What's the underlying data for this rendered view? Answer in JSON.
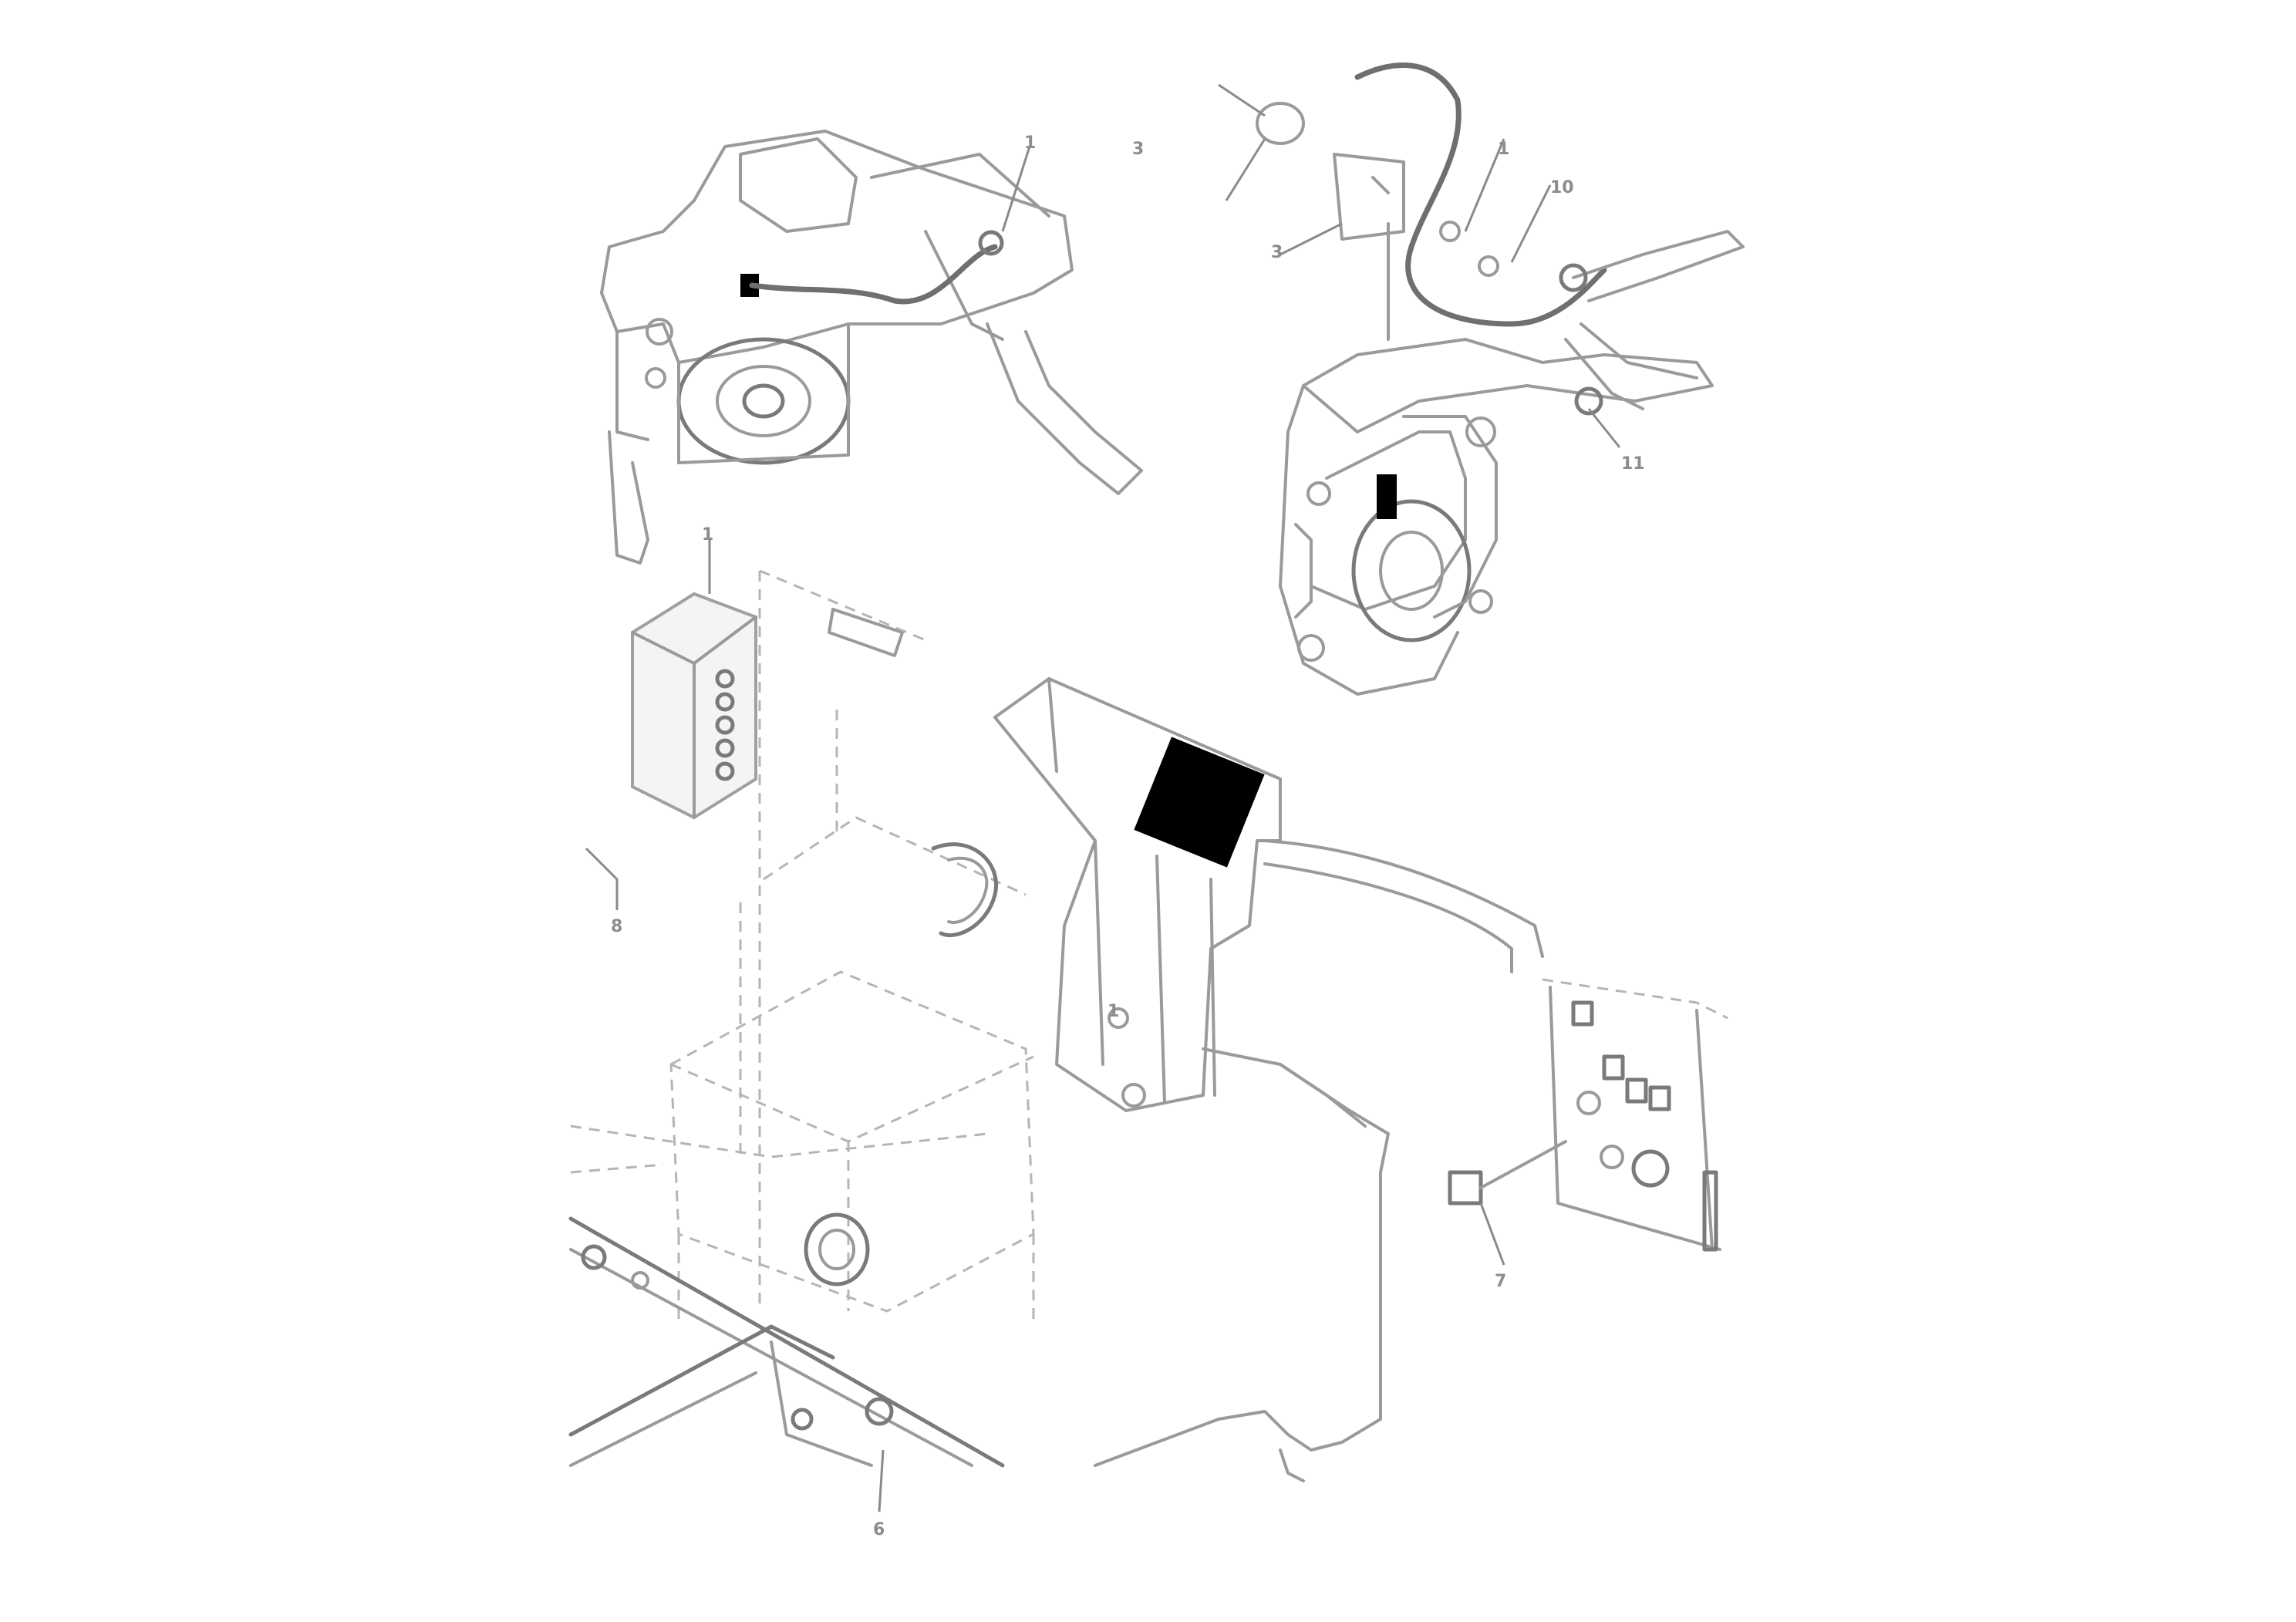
{
  "diagram": {
    "callouts": [
      {
        "id": "c1",
        "label": "3"
      },
      {
        "id": "c2",
        "label": "1"
      },
      {
        "id": "c3",
        "label": "1"
      },
      {
        "id": "c4",
        "label": "10"
      },
      {
        "id": "c5",
        "label": "3"
      },
      {
        "id": "c6",
        "label": "11"
      },
      {
        "id": "c7",
        "label": "7"
      },
      {
        "id": "c8",
        "label": "1"
      },
      {
        "id": "c9",
        "label": "8"
      },
      {
        "id": "c10",
        "label": "1"
      },
      {
        "id": "c11",
        "label": "6"
      }
    ]
  }
}
